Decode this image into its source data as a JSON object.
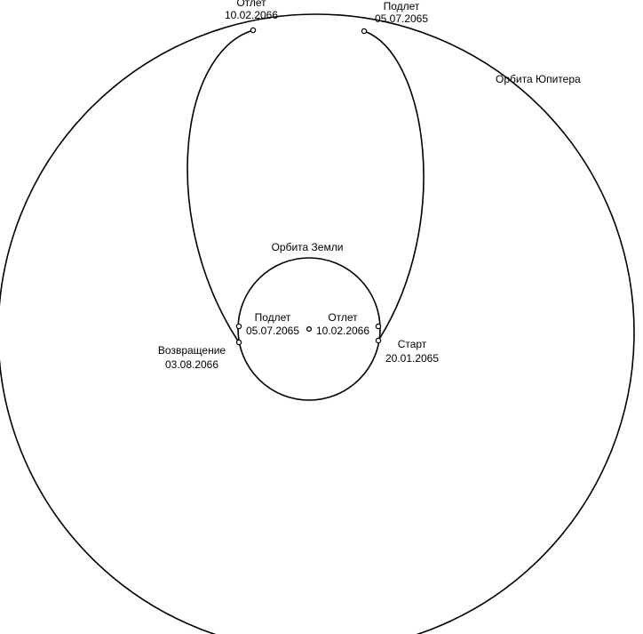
{
  "labels": {
    "jupiter_orbit": "Орбита Юпитера",
    "earth_orbit": "Орбита Земли",
    "jupiter_departure": {
      "title": "Отлет",
      "date": "10.02.2066"
    },
    "jupiter_flyby": {
      "title": "Подлет",
      "date": "05.07.2065"
    },
    "earth_flyby": {
      "title": "Подлет",
      "date": "05.07.2065"
    },
    "earth_departure": {
      "title": "Отлет",
      "date": "10.02.2066"
    },
    "return": {
      "title": "Возвращение",
      "date": "03.08.2066"
    },
    "start": {
      "title": "Старт",
      "date": "20.01.2065"
    }
  },
  "colors": {
    "line": "#000000",
    "background": "#ffffff"
  }
}
